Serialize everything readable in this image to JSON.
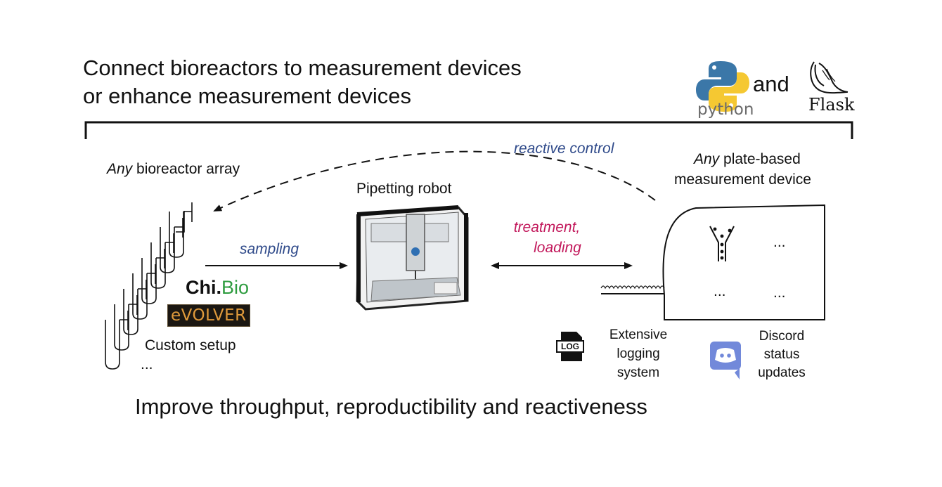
{
  "header": {
    "title_line1": "Connect bioreactors to measurement devices",
    "title_line2": "or enhance measurement devices",
    "and_word": "and",
    "python_label": "python",
    "flask_label": "Flask"
  },
  "bioreactor": {
    "any": "Any",
    "rest": " bioreactor array",
    "chibio_a": "Chi.",
    "chibio_b": "Bio",
    "evolver": "eVOLVER",
    "custom": "Custom setup",
    "more": "..."
  },
  "robot": {
    "label": "Pipetting robot"
  },
  "arrows": {
    "sampling": "sampling",
    "treatment": "treatment,",
    "loading": "loading",
    "reactive": "reactive control"
  },
  "device": {
    "any": "Any",
    "rest": " plate-based",
    "line2": "measurement device",
    "dots1": "...",
    "dots2": "...",
    "dots3": "..."
  },
  "logging": {
    "icon_text": "LOG",
    "line1": "Extensive",
    "line2": "logging",
    "line3": "system"
  },
  "discord": {
    "line1": "Discord",
    "line2": "status",
    "line3": "updates"
  },
  "footer": {
    "text": "Improve throughput, reproductibility and reactiveness"
  },
  "colors": {
    "blue_text": "#2f4a8a",
    "red_text": "#c2185b",
    "chibio_green": "#2e9c3f",
    "evolver_orange": "#e09a3b",
    "discord": "#7289da"
  }
}
